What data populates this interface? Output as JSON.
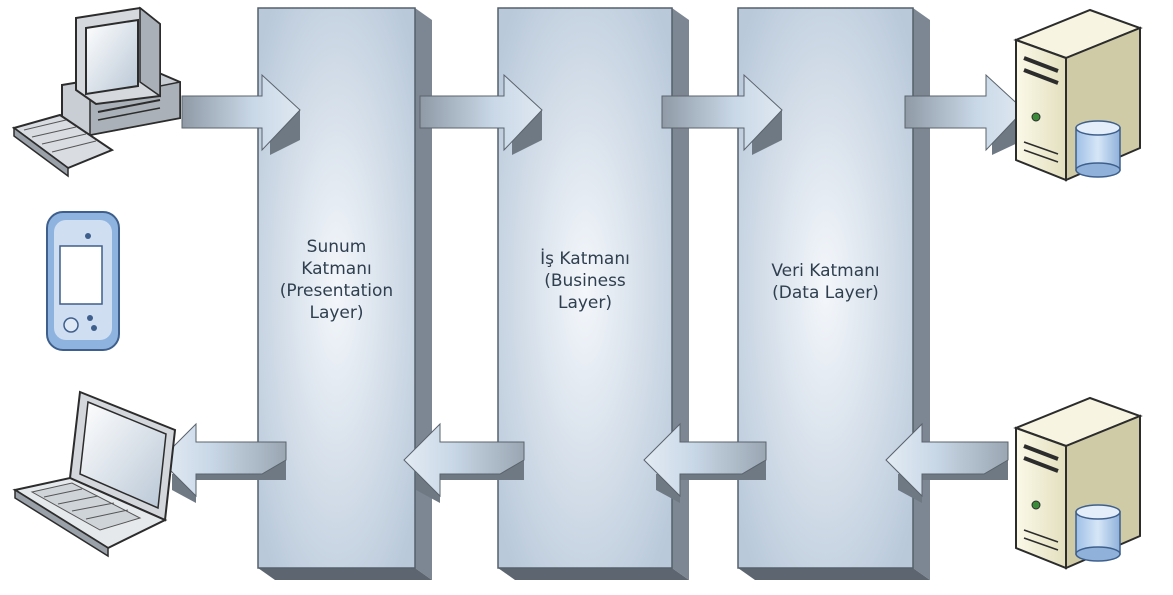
{
  "layers": [
    {
      "id": "presentation",
      "label": "Sunum\nKatmanı\n(Presentation\nLayer)"
    },
    {
      "id": "business",
      "label": "İş Katmanı\n(Business\nLayer)"
    },
    {
      "id": "data",
      "label": "Veri Katmanı\n(Data Layer)"
    }
  ],
  "clients": [
    {
      "id": "desktop",
      "icon": "desktop-computer-icon"
    },
    {
      "id": "pda",
      "icon": "pda-handheld-icon"
    },
    {
      "id": "laptop",
      "icon": "laptop-icon"
    }
  ],
  "servers": [
    {
      "id": "server-top",
      "icon": "database-server-icon"
    },
    {
      "id": "server-bottom",
      "icon": "database-server-icon"
    }
  ],
  "colors": {
    "layer_front": "#c9d6e4",
    "layer_side": "#7d8793",
    "arrow_light": "#c2d3e3",
    "arrow_dark": "#76808c",
    "text": "#2f3f4f"
  }
}
